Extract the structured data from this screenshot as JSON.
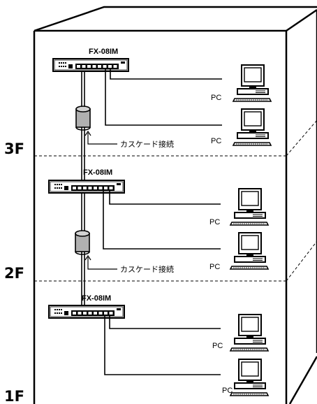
{
  "floors": [
    {
      "label": "3F",
      "switch_model": "FX-08IM",
      "pcs": [
        "PC",
        "PC"
      ],
      "cascade_label": "カスケード接続"
    },
    {
      "label": "2F",
      "switch_model": "FX-08IM",
      "pcs": [
        "PC",
        "PC"
      ],
      "cascade_label": "カスケード接続"
    },
    {
      "label": "1F",
      "switch_model": "FX-08IM",
      "pcs": [
        "PC",
        "PC"
      ]
    }
  ],
  "colors": {
    "line": "#000000",
    "cylinder_fill": "#b0b0b0",
    "screen_fill": "#ffffff",
    "background": "#ffffff"
  },
  "icons": {
    "switch": "network-switch-icon",
    "pc": "desktop-pc-icon",
    "cable": "cascade-cable-cylinder-icon"
  }
}
